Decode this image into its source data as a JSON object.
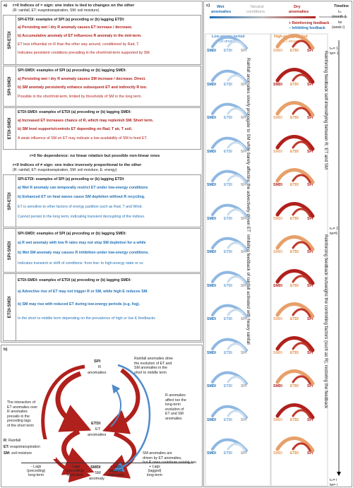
{
  "panel_a": {
    "label": "a)",
    "head_pos_1": "r>0 Indices of = sign: one index is tied to changes on the other",
    "head_pos_2": "(R: rainfall, ET: evapotranspiration, SM: soil moisture)",
    "blocks_pos": [
      {
        "side": "SPI-ETDI",
        "title": "SPI-ETDI: examples of SPI (a) preceding or (b) lagging ETDI:",
        "a": "a) Persisting wet / dry R anomaly causes ET increase / decrease.",
        "b": "b) Accumulative anomaly of ET influences R anomaly in the mid-term.",
        "n1": "ET less influential on R than the other way around, conditioned by Rad, T.",
        "n2": "Indicates persistent conditions prevailing in the short/mid-term supported by SM."
      },
      {
        "side": "SPI-SMDI",
        "title": "SPI-SMDI: examples of SPI (a) preceding or (b) lagging SMDI:",
        "a": "a) Persisting wet / dry R anomaly causes SM increase / decrease. Direct.",
        "b": "b) SM anomaly persistently enhance subsequent ET and indirectly R too.",
        "n1": "Possible in the short/mid-term, limited by thresholds of SM in the long term.",
        "n2": ""
      },
      {
        "side": "ETDI-SMDI",
        "title": "ETDI-SMDI: examples of ETDI (a) preceding or (b) lagging SMDI:",
        "a": "a) Increased ET increases chance of R, which may replenish SM. Short term.",
        "b": "b) SM level supports/controls ET depending on Rad, T air, T soil.",
        "n1": "A weak influence of SM on ET may indicate a low availability of SM to feed ET.",
        "n2": ""
      }
    ],
    "zero": "r=0 No dependence: no linear relation but possible non-linear ones",
    "head_neg_1": "r<0 Indices of ≠ sign: one index inversely proportional to the other",
    "head_neg_2": "(R: rainfall, ET: evapotranspiration, SM: soil moisture, E: energy)",
    "blocks_neg": [
      {
        "side": "SPI-ETDI",
        "title": "SPI-ETDI: examples of SPI (a) preceding or (b) lagging ETDI:",
        "a": "a) Wet R anomaly can temporally restrict ET under low-energy conditions",
        "b": "b) Enhanced ET on heat waves cause SM depletion without R recycling.",
        "n1": "ET is sensitive to other factors of energy partition such as Rad, T and Wind.",
        "n2": "Cannot persist in the long term, indicating transient decoupling of the indices."
      },
      {
        "side": "SPI-SMDI",
        "title": "SPI-SMDI: examples of SPI (a) preceding or (b) lagging SMDI:",
        "a": "a) R wet anomaly with low R rates may not stop SM depletion for a while",
        "b": "b) Wet SM anomaly may causes R inhibition under low-energy conditions.",
        "n1": "Indicates transient or shift of conditions: from low- to high-energy state or vv.",
        "n2": ""
      },
      {
        "side": "ETDI-SMDI",
        "title": "ETDI-SMDI: examples of ETDI (a) preceding or (b) lagging SMDI:",
        "a": "a) Advective rise of ET may not trigger R or SM, while high E reduces SM.",
        "b": "b) SM may rise with reduced ET during low-energy periods (e.g. fog).",
        "n1": "In the short to middle term depending on the prevalence of high or low E feedbacks",
        "n2": ""
      }
    ]
  },
  "panel_b": {
    "label": "b)",
    "spi": "SPI",
    "r_anom": "R",
    "r_anom2": "anomalies",
    "etdi": "ETDI",
    "et_anom": "ET",
    "et_anom2": "anomalies",
    "smdi": "SMDI",
    "sm_anom": "SM",
    "sm_anom2": "anomaly",
    "note_left": [
      "The interaction of",
      "ET anomalies over",
      "R anomalies",
      "prevails in the",
      "preceding lags",
      "of the short term"
    ],
    "note_tr": [
      "Rainfall anomalies drive",
      "the evolution of ET and",
      "SM anomalies in the",
      "short to middle term"
    ],
    "note_mr": [
      "R anomalies",
      "affect too the",
      "long-term",
      "evolution of",
      "ET and SM",
      "anomalies"
    ],
    "note_br": [
      "SM anomalies are",
      "driven by ET anomalies,",
      "but R ones contribute notably too"
    ],
    "legend": [
      {
        "k": "R:",
        "v": "Rainfall"
      },
      {
        "k": "ET:",
        "v": "evapotranspiration"
      },
      {
        "k": "SM:",
        "v": "soil moisture"
      }
    ],
    "axis": [
      [
        "- Lags",
        "(preceding)",
        "long-term"
      ],
      [
        "- Lags",
        "(preceding)",
        "short-term"
      ],
      [
        "+ Lags",
        "(lagged)",
        "short-term"
      ],
      [
        "+ Lags",
        "(lagged)",
        "long-term"
      ]
    ]
  },
  "panel_c": {
    "label": "c)",
    "wet": "Wet",
    "wet2": "anomalies",
    "neutral": "Neutral",
    "neutral2": "conditions",
    "dry": "Dry",
    "dry2": "anomalies",
    "reinforcing": "Reinforcing feedback",
    "inhibiting": "Inhibiting feedback",
    "low_title": "Low-energy period",
    "low_sub": "(R-driven)",
    "high_title": "High-energy period",
    "high_sub": "(ET-driven)",
    "timeline": "Timeline",
    "tm": "tₘ",
    "tm_sub": "(month i)",
    "tw": "tw",
    "tw_sub": "(week i)",
    "ticks": [
      {
        "a": "tₘ= 1",
        "b": "tw= 1"
      },
      {
        "a": "tₘ= 2",
        "b": "tw=5"
      },
      {
        "a": "tₘ= i",
        "b": "tw= i"
      }
    ],
    "idx": {
      "smdi": "SMDI",
      "etdi": "ETDI",
      "spi": "SPI"
    },
    "vlabel_1": "Rainfall anomalies slowly propagate to SM while barely affecting the advectively driven ET",
    "vlabel_2": "Inhibiting feedback of rainfall activated with heavy rainfall",
    "vlabel_3": "Reinforcing feedback self-intensifying between R, ET and SM",
    "vlabel_4": "Reinforcing feedback outweighs the controlling factors (such as R), restoring the feedback"
  }
}
